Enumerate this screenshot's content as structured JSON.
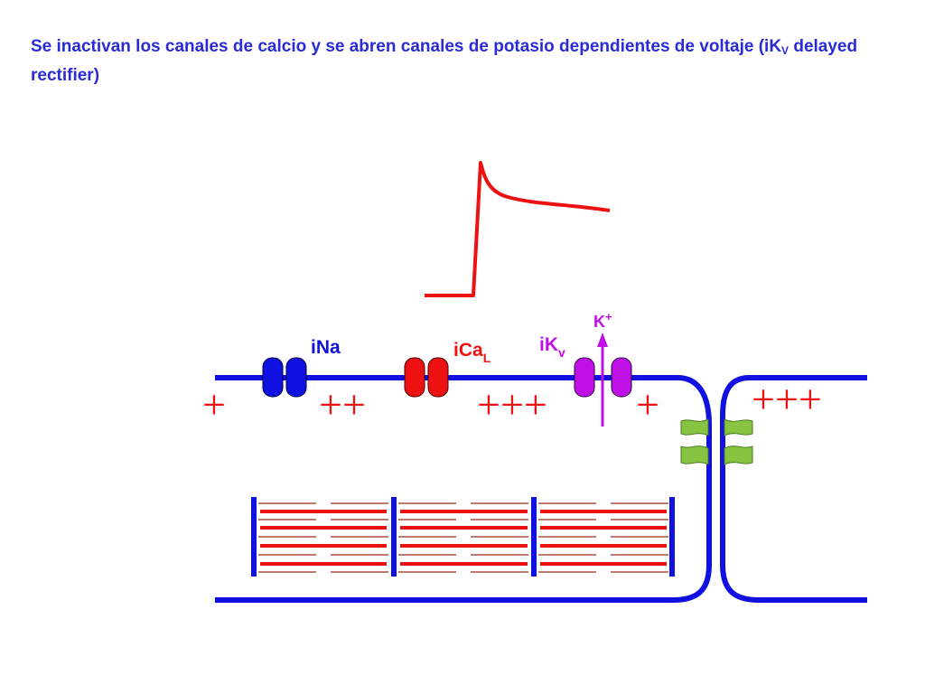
{
  "title": {
    "before": "Se inactivan los canales de calcio y se abren canales de potasio dependientes de voltaje (iK",
    "sub": "V",
    "after": " delayed rectifier)"
  },
  "labels": {
    "ina": "iNa",
    "ical_main": "iCa",
    "ical_sub": "L",
    "ikv_main": "iK",
    "ikv_sub": "v",
    "k_ion": "K",
    "k_charge": "+"
  },
  "charges": [
    "+",
    "++",
    "+++",
    "+",
    "+++"
  ],
  "colors": {
    "title": "#2a2ad6",
    "membrane": "#1010e0",
    "na_channel": "#1010e0",
    "ca_channel": "#ee1111",
    "k_channel": "#c010e8",
    "gap_junction": "#86c442",
    "action_potential": "#ee1111",
    "charges": "#ee1111",
    "sarcomere_lines": "#ee1111",
    "thin_lines": "#9a2a18"
  }
}
